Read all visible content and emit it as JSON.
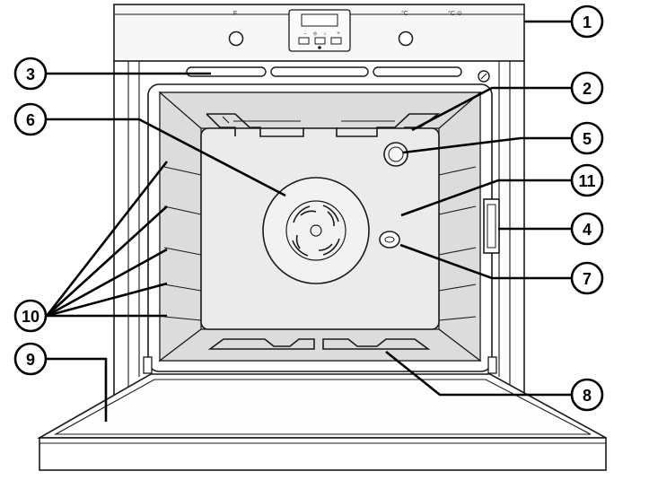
{
  "control_panel": {
    "left_knob_mark": "F",
    "right_knob_mark": "°C",
    "indicator_mark": "°C ⊙",
    "button_marks": [
      "–",
      "◎",
      "♨",
      "+"
    ]
  },
  "callouts": [
    {
      "id": "callout-1",
      "label": "1"
    },
    {
      "id": "callout-2",
      "label": "2"
    },
    {
      "id": "callout-3",
      "label": "3"
    },
    {
      "id": "callout-4",
      "label": "4"
    },
    {
      "id": "callout-5",
      "label": "5"
    },
    {
      "id": "callout-6",
      "label": "6"
    },
    {
      "id": "callout-7",
      "label": "7"
    },
    {
      "id": "callout-8",
      "label": "8"
    },
    {
      "id": "callout-9",
      "label": "9"
    },
    {
      "id": "callout-10",
      "label": "10"
    },
    {
      "id": "callout-11",
      "label": "11"
    }
  ]
}
